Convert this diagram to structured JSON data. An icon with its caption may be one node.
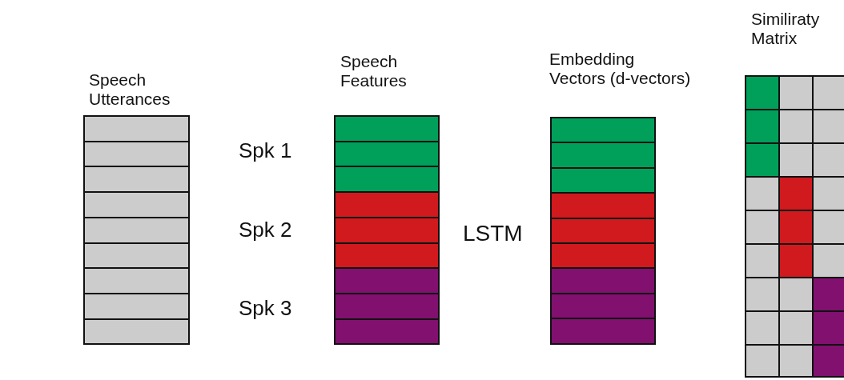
{
  "diagram": {
    "nodes": [
      {
        "text": [
          "Speech Utterances"
        ]
      },
      {
        "text": [
          "Speech Features"
        ]
      },
      {
        "text": [
          "Embedding Vectors (d-vectors)"
        ]
      },
      {
        "text": [
          "Similiraty Matrix"
        ]
      }
    ],
    "labels": [
      "Spk 1",
      "Spk 2",
      "Spk 3",
      "LSTM"
    ]
  }
}
